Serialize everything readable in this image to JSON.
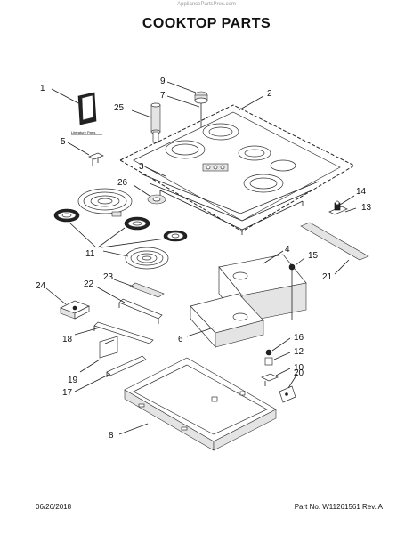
{
  "watermark": "AppliancePartsPros.com",
  "title": "COOKTOP PARTS",
  "literature_label": "Literature Parts",
  "footer": {
    "date": "06/26/2018",
    "part_info": "Part No. W11261561  Rev. A"
  },
  "callouts": [
    "1",
    "2",
    "3",
    "4",
    "5",
    "6",
    "7",
    "8",
    "9",
    "10",
    "11",
    "12",
    "13",
    "14",
    "15",
    "16",
    "17",
    "18",
    "19",
    "20",
    "21",
    "22",
    "23",
    "24",
    "25",
    "26"
  ]
}
